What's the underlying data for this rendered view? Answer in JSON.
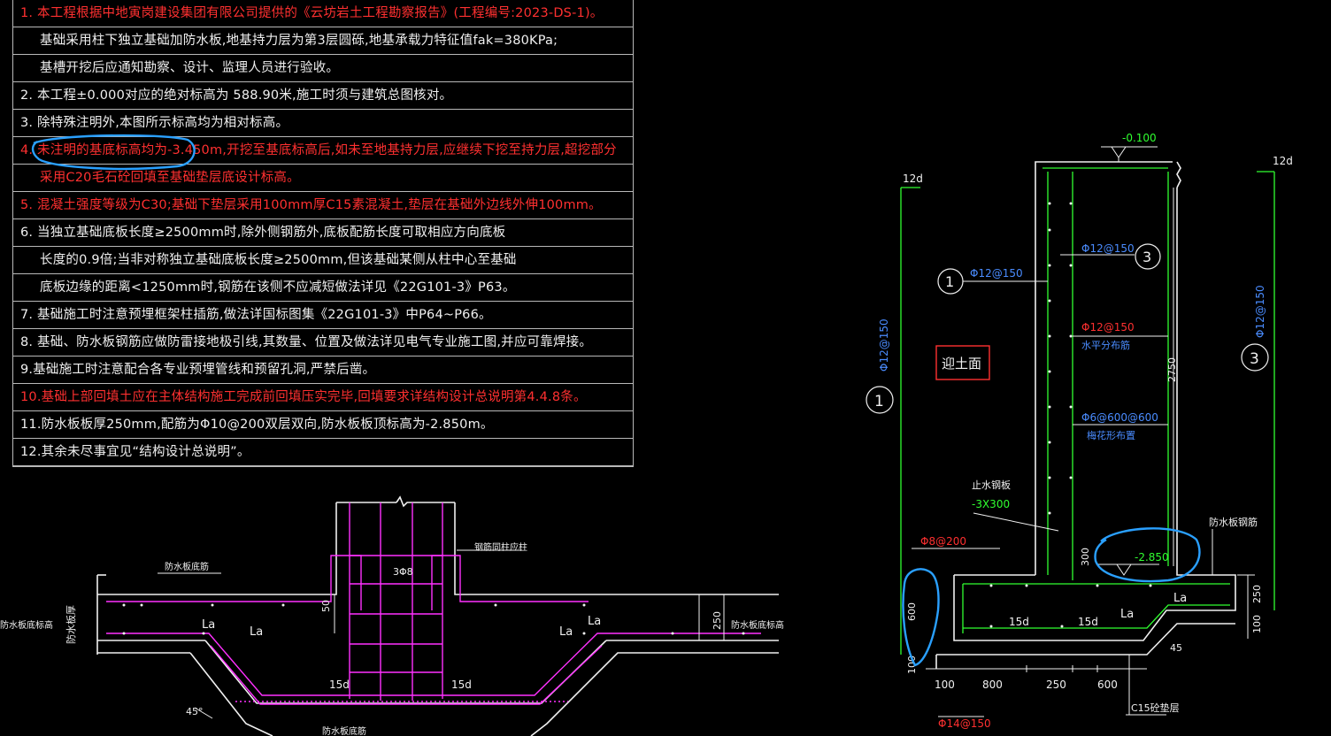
{
  "notes": [
    {
      "text": "1. 本工程根据中地寅岗建设集团有限公司提供的《云坊岩土工程勘察报告》(工程编号:2023-DS-1)。",
      "color": "#ff3030",
      "indent": false
    },
    {
      "text": "基础采用柱下独立基础加防水板,地基持力层为第3层圆砾,地基承载力特征值fak=380KPa;",
      "color": "#f0f0f0",
      "indent": true
    },
    {
      "text": "基槽开挖后应通知勘察、设计、监理人员进行验收。",
      "color": "#f0f0f0",
      "indent": true
    },
    {
      "text": "2. 本工程±0.000对应的绝对标高为 588.90米,施工时须与建筑总图核对。",
      "color": "#f0f0f0",
      "indent": false
    },
    {
      "text": "3. 除特殊注明外,本图所示标高均为相对标高。",
      "color": "#f0f0f0",
      "indent": false
    },
    {
      "text": "4. 未注明的基底标高均为-3.450m,开挖至基底标高后,如未至地基持力层,应继续下挖至持力层,超挖部分",
      "color": "#ff3030",
      "indent": false
    },
    {
      "text": "采用C20毛石砼回填至基础垫层底设计标高。",
      "color": "#ff3030",
      "indent": true
    },
    {
      "text": "5. 混凝土强度等级为C30;基础下垫层采用100mm厚C15素混凝土,垫层在基础外边线外伸100mm。",
      "color": "#ff3030",
      "indent": false
    },
    {
      "text": "6. 当独立基础底板长度≥2500mm时,除外侧钢筋外,底板配筋长度可取相应方向底板",
      "color": "#f0f0f0",
      "indent": false
    },
    {
      "text": "长度的0.9倍;当非对称独立基础底板长度≥2500mm,但该基础某侧从柱中心至基础",
      "color": "#f0f0f0",
      "indent": true
    },
    {
      "text": "底板边缘的距离<1250mm时,钢筋在该侧不应减短做法详见《22G101-3》P63。",
      "color": "#f0f0f0",
      "indent": true
    },
    {
      "text": "7. 基础施工时注意预埋框架柱插筋,做法详国标图集《22G101-3》中P64~P66。",
      "color": "#f0f0f0",
      "indent": false
    },
    {
      "text": "8. 基础、防水板钢筋应做防雷接地极引线,其数量、位置及做法详见电气专业施工图,并应可靠焊接。",
      "color": "#f0f0f0",
      "indent": false
    },
    {
      "text": "9.基础施工时注意配合各专业预埋管线和预留孔洞,严禁后凿。",
      "color": "#f0f0f0",
      "indent": false
    },
    {
      "text": "10.基础上部回填土应在主体结构施工完成前回填压实完毕,回填要求详结构设计总说明第4.4.8条。",
      "color": "#ff3030",
      "indent": false
    },
    {
      "text": "11.防水板板厚250mm,配筋为Φ10@200双层双向,防水板板顶标高为-2.850m。",
      "color": "#f0f0f0",
      "indent": false
    },
    {
      "text": "12.其余未尽事宜见“结构设计总说明”。",
      "color": "#f0f0f0",
      "indent": false
    }
  ],
  "left_detail": {
    "col_label": "钢筋同柱应柱",
    "slab_top_label": "防水板底筋",
    "bars": "3Φ8",
    "dim_50": "50",
    "la": "La",
    "d15": "15d",
    "dim_250": "250",
    "slab_bottom_label_left": "防水板底标高",
    "slab_thick_label": "防水板厚",
    "slab_bottom_label_right": "防水板底标高",
    "angle": "45°",
    "bottom_label": "防水板底筋"
  },
  "right_detail": {
    "top_elev": "-0.100",
    "d12_left": "12d",
    "d12_right": "12d",
    "bar1_label": "Φ12@150",
    "bar1_mark": "1",
    "bar3_label": "Φ12@150",
    "bar3_mark": "3",
    "horiz_bar": "Φ12@150",
    "horiz_bar_note": "水平分布筋",
    "tie_bar": "Φ6@600@600",
    "tie_bar_note": "梅花形布置",
    "side_label": "迎土面",
    "height": "2750",
    "left_vert_bar": "Φ12@150",
    "left_vert_mark": "1",
    "right_vert_bar": "Φ12@150",
    "right_vert_mark": "3",
    "waterstop": "止水钢板",
    "waterstop_size": "-3X300",
    "slab_bar_label": "防水板钢筋",
    "elev": "-2.850",
    "dim_300": "300",
    "bar_8": "Φ8@200",
    "dim_600v": "600",
    "dim_100v": "100",
    "la1": "La",
    "la2": "La",
    "d15a": "15d",
    "d15b": "15d",
    "dim_250v": "250",
    "dim_100r": "100",
    "angle": "45",
    "dims": [
      "100",
      "800",
      "250",
      "600"
    ],
    "bottom_bar": "Φ14@150",
    "cushion": "C15砼垫层"
  },
  "colors": {
    "white": "#f0f0f0",
    "red": "#ff3030",
    "blue": "#4a8cff",
    "green": "#30ff30",
    "magenta": "#ff30ff",
    "yellow": "#ffff40",
    "highlight": "#2aa0ff"
  }
}
